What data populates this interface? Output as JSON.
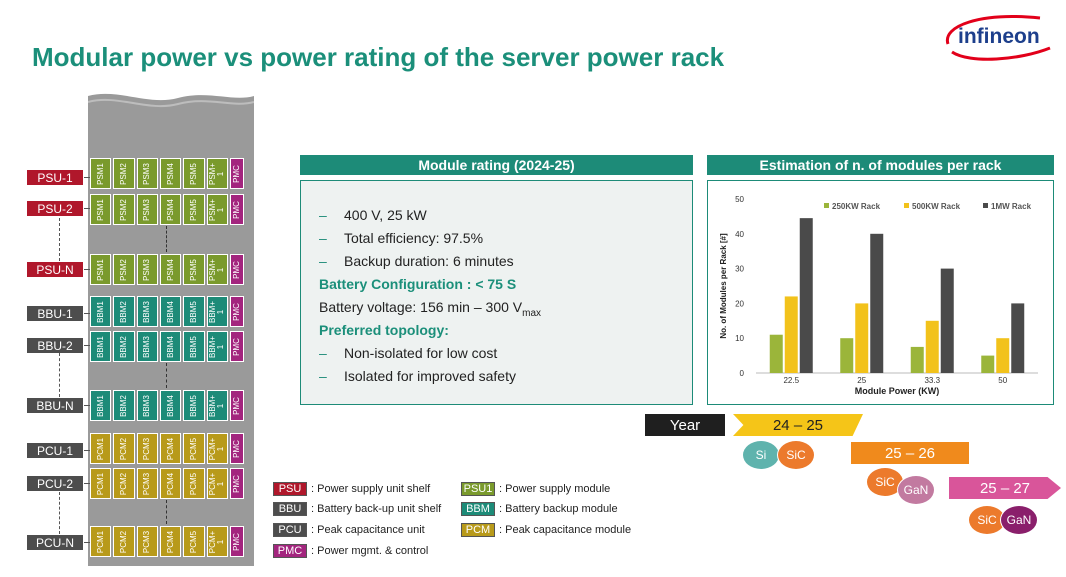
{
  "title": "Modular power vs power rating of the server power rack",
  "logo_text": "infineon",
  "colors": {
    "accent": "#1d8b78",
    "psu": "#b0172b",
    "psm": "#7a9a2c",
    "bbm": "#1d8b78",
    "pcm": "#b89a1a",
    "pmc": "#a3257e",
    "bbu": "#4d4d4d",
    "rack": "#9a9a9a"
  },
  "rack": {
    "shelves": [
      {
        "label": "PSU-1",
        "label_type": "psu",
        "modules": [
          "PSM1",
          "PSM2",
          "PSM3",
          "PSM4",
          "PSM5",
          "PSM+\n1"
        ],
        "module_type": "psm",
        "control": "PMC"
      },
      {
        "label": "PSU-2",
        "label_type": "psu",
        "modules": [
          "PSM1",
          "PSM2",
          "PSM3",
          "PSM4",
          "PSM5",
          "PSM+\n1"
        ],
        "module_type": "psm",
        "control": "PMC"
      },
      {
        "label": "PSU-N",
        "label_type": "psu",
        "modules": [
          "PSM1",
          "PSM2",
          "PSM3",
          "PSM4",
          "PSM5",
          "PSM+\n1"
        ],
        "module_type": "psm",
        "control": "PMC"
      },
      {
        "label": "BBU-1",
        "label_type": "bbu",
        "modules": [
          "BBM1",
          "BBM2",
          "BBM3",
          "BBM4",
          "BBM5",
          "BBM+\n1"
        ],
        "module_type": "bbm",
        "control": "PMC"
      },
      {
        "label": "BBU-2",
        "label_type": "bbu",
        "modules": [
          "BBM1",
          "BBM2",
          "BBM3",
          "BBM4",
          "BBM5",
          "BBM+\n1"
        ],
        "module_type": "bbm",
        "control": "PMC"
      },
      {
        "label": "BBU-N",
        "label_type": "bbu",
        "modules": [
          "BBM1",
          "BBM2",
          "BBM3",
          "BBM4",
          "BBM5",
          "BBM+\n1"
        ],
        "module_type": "bbm",
        "control": "PMC"
      },
      {
        "label": "PCU-1",
        "label_type": "bbu",
        "modules": [
          "PCM1",
          "PCM2",
          "PCM3",
          "PCM4",
          "PCM5",
          "PCM+\n1"
        ],
        "module_type": "pcm",
        "control": "PMC"
      },
      {
        "label": "PCU-2",
        "label_type": "bbu",
        "modules": [
          "PCM1",
          "PCM2",
          "PCM3",
          "PCM4",
          "PCM5",
          "PCM+\n1"
        ],
        "module_type": "pcm",
        "control": "PMC"
      },
      {
        "label": "PCU-N",
        "label_type": "bbu",
        "modules": [
          "PCM1",
          "PCM2",
          "PCM3",
          "PCM4",
          "PCM5",
          "PCM+\n1"
        ],
        "module_type": "pcm",
        "control": "PMC"
      }
    ]
  },
  "rating": {
    "header": "Module rating (2024-25)",
    "dash": "–",
    "l1": "400 V, 25 kW",
    "l2": "Total efficiency: 97.5%",
    "l3": "Backup duration: 6 minutes",
    "battery_config": "Battery Configuration : < 75 S",
    "battery_voltage": "Battery voltage: 156 min – 300 V",
    "battery_voltage_sub": "max",
    "topology_title": "Preferred topology:",
    "t1": "Non-isolated for low cost",
    "t2": "Isolated for improved safety"
  },
  "chart_header": "Estimation of n. of modules per rack",
  "chart_data": {
    "type": "bar",
    "categories": [
      "22.5",
      "25",
      "33.3",
      "50"
    ],
    "series": [
      {
        "name": "250KW Rack",
        "values": [
          11,
          10,
          7.5,
          5
        ],
        "color": "#9bb53a"
      },
      {
        "name": "500KW Rack",
        "values": [
          22,
          20,
          15,
          10
        ],
        "color": "#f2c21b"
      },
      {
        "name": "1MW Rack",
        "values": [
          44.5,
          40,
          30,
          20
        ],
        "color": "#4a4a4a"
      }
    ],
    "xlabel": "Module Power (KW)",
    "ylabel": "No. of Modules per Rack [#]",
    "ylim": [
      0,
      50
    ],
    "yticks": [
      "0",
      "10",
      "20",
      "30",
      "40",
      "50"
    ],
    "grid": false,
    "legend": "top-right"
  },
  "legend": {
    "psu": {
      "code": "PSU",
      "text": ": Power supply unit shelf"
    },
    "bbu": {
      "code": "BBU",
      "text": ": Battery back-up unit shelf"
    },
    "pcu": {
      "code": "PCU",
      "text": ": Peak capacitance unit"
    },
    "pmc": {
      "code": "PMC",
      "text": ": Power mgmt. & control"
    },
    "psu1": {
      "code": "PSU1",
      "text": ": Power supply module"
    },
    "bbm": {
      "code": "BBM",
      "text": ": Battery backup module"
    },
    "pcm": {
      "code": "PCM",
      "text": ": Peak capacitance module"
    }
  },
  "timeline": {
    "year": "Year",
    "p1": "24 – 25",
    "p2": "25 – 26",
    "p3": "25 – 27",
    "si": "Si",
    "sic": "SiC",
    "gan": "GaN"
  }
}
